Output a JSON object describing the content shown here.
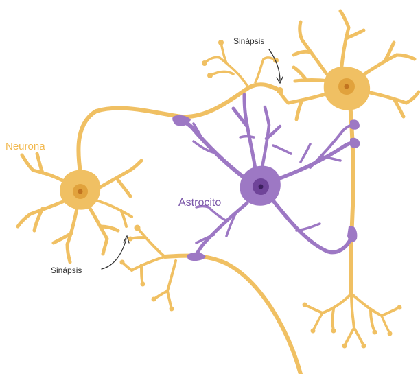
{
  "labels": {
    "neuron": "Neurona",
    "astrocyte": "Astrocito",
    "synapse_top": "Sinápsis",
    "synapse_bottom": "Sinápsis"
  },
  "colors": {
    "neuron": "#f0c063",
    "neuron_label": "#f2b84d",
    "neuron_nucleus": "#e1a23c",
    "neuron_nucleolus": "#c27420",
    "astrocyte": "#9d78c4",
    "astrocyte_nucleus": "#6f4499",
    "astrocyte_nucleolus": "#3c1f5e",
    "astrocyte_label": "#7a56a8",
    "annotation": "#333333"
  }
}
